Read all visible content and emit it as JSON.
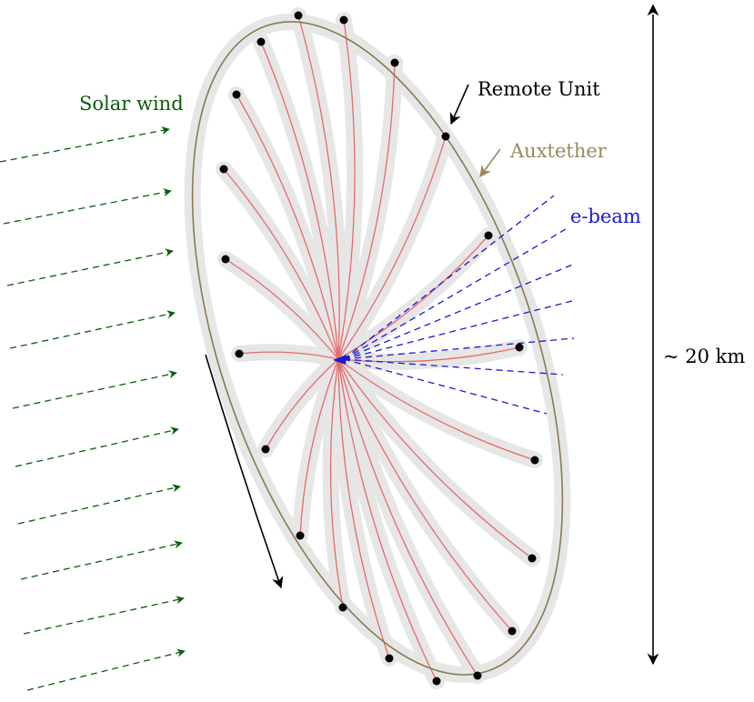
{
  "labels": {
    "solar_wind": "Solar wind",
    "remote_unit": "Remote Unit",
    "auxtether": "Auxtether",
    "e_beam": "e-beam",
    "size": "~ 20 km"
  },
  "colors": {
    "solar_wind": "#0b5d0b",
    "auxtether": "#8a7a4e",
    "auxtether_text": "#9a8a5c",
    "tether": "#e66a6a",
    "halo": "#e6e6e6",
    "e_beam": "#1a1ad0",
    "node": "#000000",
    "arrow": "#000000"
  },
  "icons": {
    "remote_unit_marker": "black-dot",
    "center_spacecraft": "blue-triangle"
  }
}
